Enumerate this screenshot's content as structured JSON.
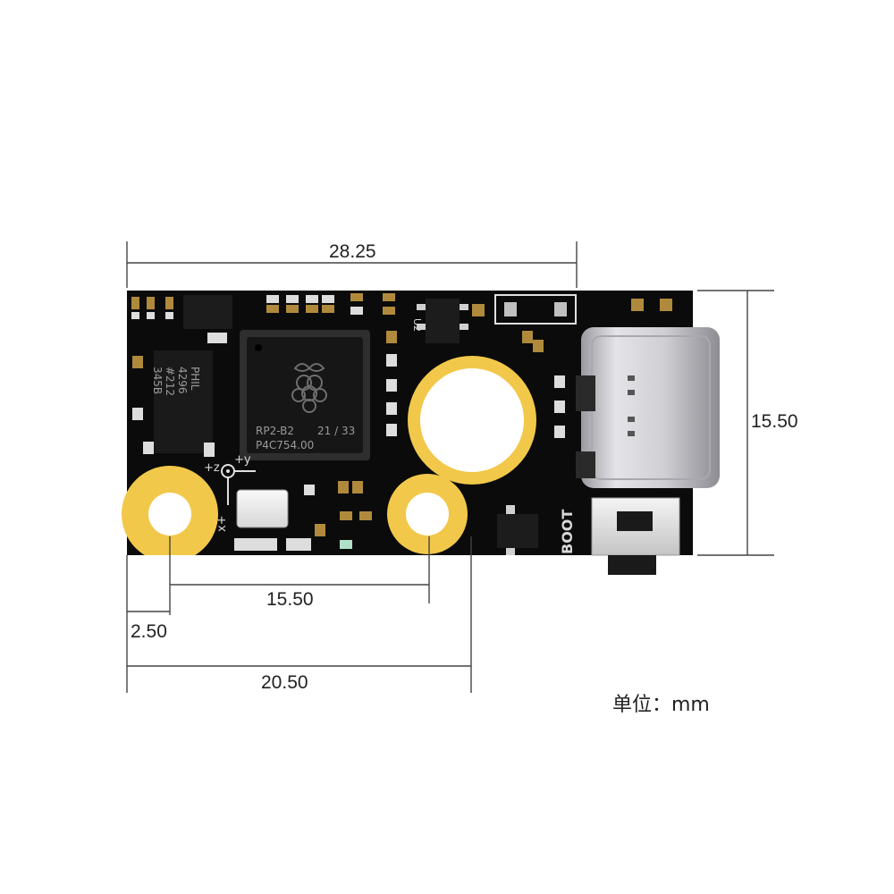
{
  "dimensions": {
    "top_width": "28.25",
    "right_height": "15.50",
    "hole_spacing": "15.50",
    "left_offset": "2.50",
    "bottom_width": "20.50"
  },
  "unit_label": "单位：mm",
  "board": {
    "mcu": {
      "line1": "RP2-B2",
      "line2": "21 / 33",
      "line3": "P4C754.00"
    },
    "side_chip": [
      "PHIL",
      "4296",
      "#212",
      "345B"
    ],
    "u_label": "U2",
    "boot_label": "BOOT",
    "axes": {
      "z": "+z",
      "y": "+y",
      "x": "x+"
    },
    "colors": {
      "pcb": "#0b0b0b",
      "gold": "#f2c84b",
      "usb": "#c8c8cc",
      "dimension_line": "#444444"
    }
  }
}
